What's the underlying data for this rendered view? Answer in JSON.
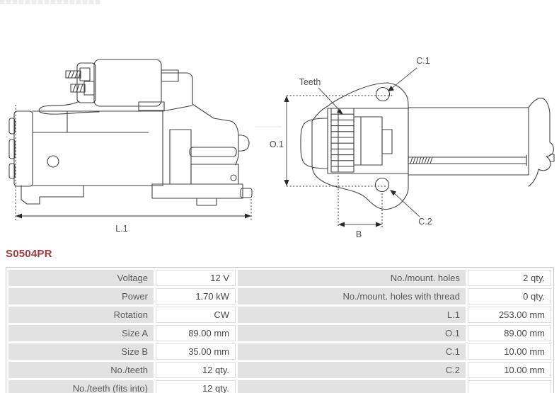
{
  "part_number": "S0504PR",
  "drawing_labels": {
    "l1": "L.1",
    "o1": "O.1",
    "b": "B",
    "c1": "C.1",
    "c2": "C.2",
    "teeth": "Teeth"
  },
  "accent_color": "#a13a40",
  "table": {
    "rows": [
      {
        "left_label": "Voltage",
        "left_value": "12 V",
        "right_label": "No./mount. holes",
        "right_value": "2 qty."
      },
      {
        "left_label": "Power",
        "left_value": "1.70 kW",
        "right_label": "No./mount. holes with thread",
        "right_value": "0 qty."
      },
      {
        "left_label": "Rotation",
        "left_value": "CW",
        "right_label": "L.1",
        "right_value": "253.00 mm"
      },
      {
        "left_label": "Size A",
        "left_value": "89.00 mm",
        "right_label": "O.1",
        "right_value": "89.00 mm"
      },
      {
        "left_label": "Size B",
        "left_value": "35.00 mm",
        "right_label": "C.1",
        "right_value": "10.00 mm"
      },
      {
        "left_label": "No./teeth",
        "left_value": "12 qty.",
        "right_label": "C.2",
        "right_value": "10.00 mm"
      },
      {
        "left_label": "No./teeth (fits into)",
        "left_value": "12 qty.",
        "right_label": "",
        "right_value": ""
      }
    ]
  }
}
